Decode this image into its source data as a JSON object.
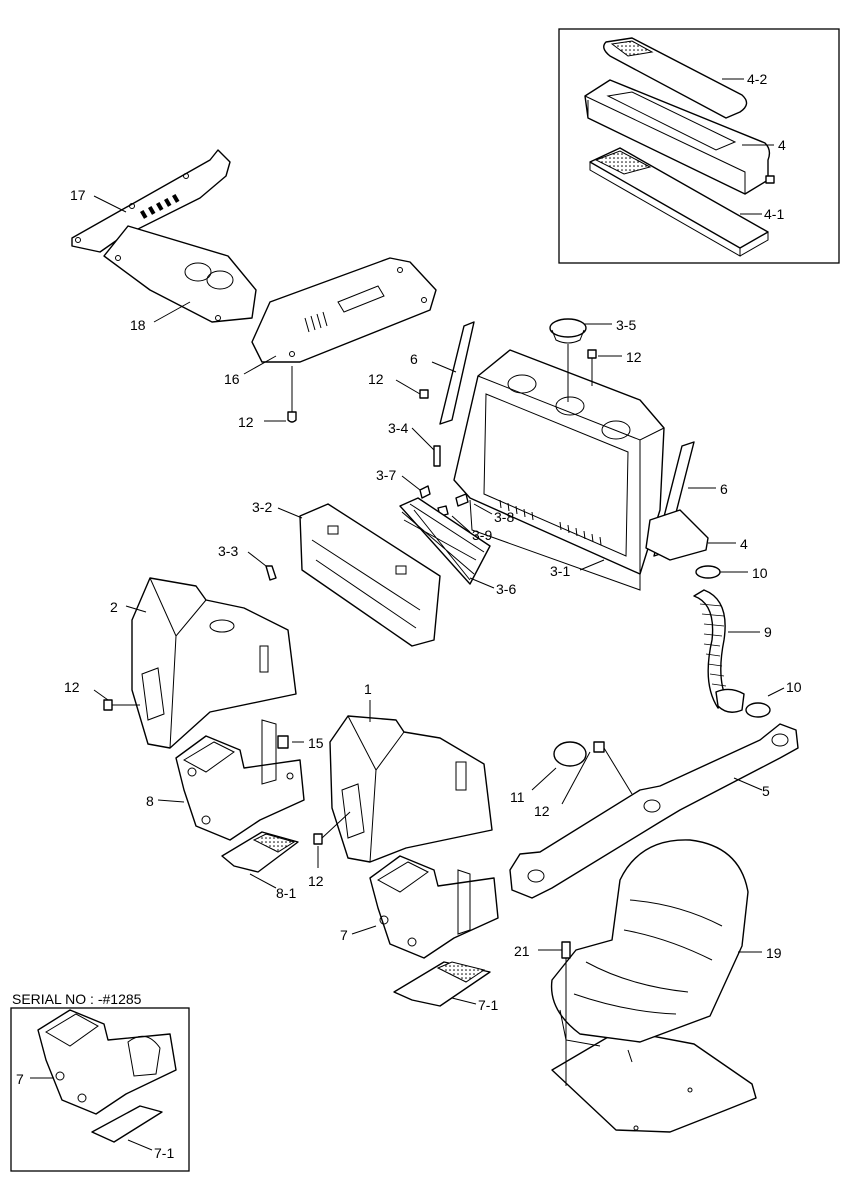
{
  "serial_note": "SERIAL NO : -#1285",
  "callouts": {
    "p1": "1",
    "p2": "2",
    "p3_1": "3-1",
    "p3_2": "3-2",
    "p3_3": "3-3",
    "p3_4": "3-4",
    "p3_5": "3-5",
    "p3_6": "3-6",
    "p3_7": "3-7",
    "p3_8": "3-8",
    "p3_9": "3-9",
    "p4": "4",
    "p4_1": "4-1",
    "p4_2": "4-2",
    "p5": "5",
    "p6": "6",
    "p7": "7",
    "p7_1": "7-1",
    "p8": "8",
    "p8_1": "8-1",
    "p9": "9",
    "p10": "10",
    "p11": "11",
    "p12": "12",
    "p15": "15",
    "p16": "16",
    "p17": "17",
    "p18": "18",
    "p19": "19",
    "p21": "21"
  }
}
